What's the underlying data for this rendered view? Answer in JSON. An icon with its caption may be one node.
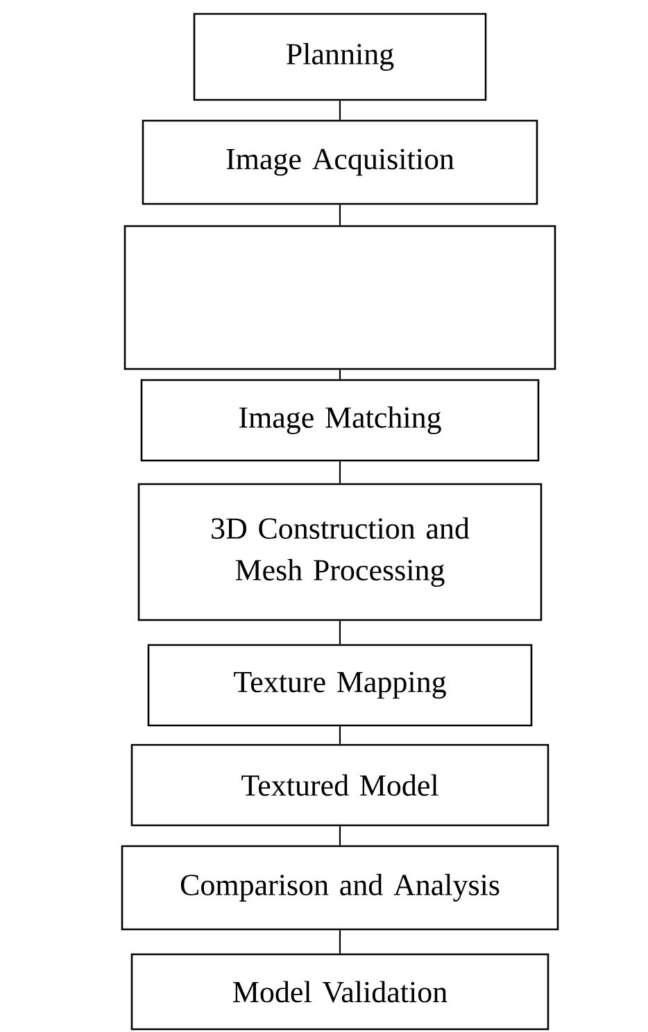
{
  "diagram": {
    "nodes": [
      {
        "text": [
          "Planning"
        ]
      },
      {
        "text": [
          "Image Acquisition"
        ]
      },
      {
        "text": [],
        "shape": "box"
      },
      {
        "text": [
          "Image Matching"
        ]
      },
      {
        "text": [
          "3D Construction and Mesh Processing"
        ]
      },
      {
        "text": [
          "Texture Mapping"
        ]
      },
      {
        "text": [
          "Textured Model"
        ]
      },
      {
        "text": [
          "Comparison and Analysis"
        ]
      },
      {
        "text": [
          "Model Validation"
        ]
      }
    ],
    "edges": [
      {
        "from": 0,
        "to": 1,
        "arrow": "none"
      },
      {
        "from": 1,
        "to": 2,
        "arrow": "none"
      },
      {
        "from": 2,
        "to": 3,
        "arrow": "none"
      },
      {
        "from": 3,
        "to": 4,
        "arrow": "none"
      },
      {
        "from": 4,
        "to": 5,
        "arrow": "none"
      },
      {
        "from": 5,
        "to": 6,
        "arrow": "none"
      },
      {
        "from": 6,
        "to": 7,
        "arrow": "none"
      },
      {
        "from": 7,
        "to": 8,
        "arrow": "none"
      }
    ]
  }
}
